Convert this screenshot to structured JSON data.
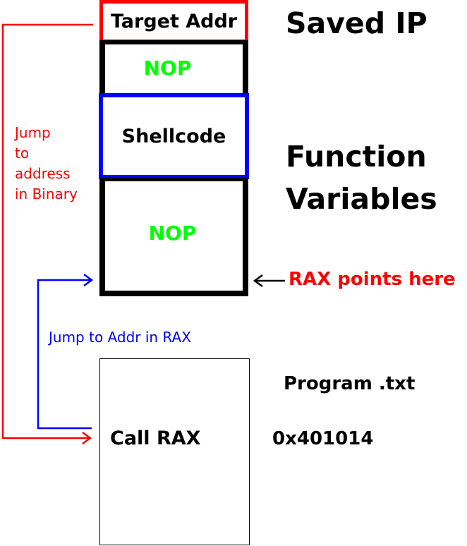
{
  "stack": {
    "target_addr": "Target Addr",
    "nop_top": "NOP",
    "shellcode": "Shellcode",
    "nop_bottom": "NOP"
  },
  "right_labels": {
    "saved_ip": "Saved IP",
    "function_line1": "Function",
    "function_line2": "Variables",
    "rax_points": "RAX points here",
    "program": "Program .txt",
    "address": "0x401014"
  },
  "left_labels": {
    "jump_line1": "Jump",
    "jump_line2": "to",
    "jump_line3": "address",
    "jump_line4": "in Binary",
    "jump_rax": "Jump to Addr in RAX"
  },
  "program": {
    "call": "Call RAX"
  },
  "colors": {
    "red": "#ff0000",
    "blue": "#0000ff",
    "green": "#00ff00",
    "black": "#000000"
  }
}
